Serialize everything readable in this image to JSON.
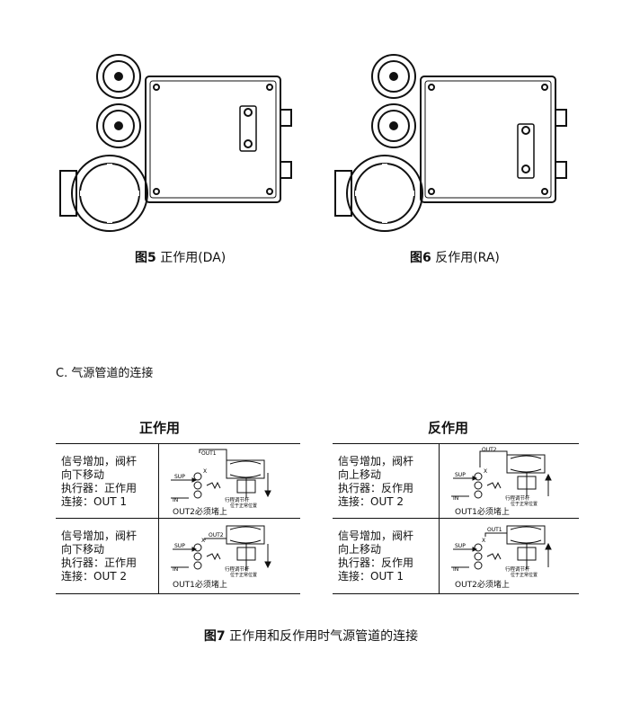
{
  "figures": [
    {
      "num": "图5",
      "caption": "正作用(DA)"
    },
    {
      "num": "图6",
      "caption": "反作用(RA)"
    }
  ],
  "section_heading": "C. 气源管道的连接",
  "tables": [
    {
      "title": "正作用",
      "rows": [
        {
          "text": "信号增加，阀杆\n向下移动\n执行器：正作用\n连接：OUT 1",
          "out_label": "OUT1",
          "plug_note": "OUT2必须堵上",
          "arrow": "down"
        },
        {
          "text": "信号增加，阀杆\n向下移动\n执行器：正作用\n连接：OUT 2",
          "out_label": "OUT2",
          "plug_note": "OUT1必须堵上",
          "arrow": "down"
        }
      ]
    },
    {
      "title": "反作用",
      "rows": [
        {
          "text": "信号增加，阀杆\n向上移动\n执行器：反作用\n连接：OUT 2",
          "out_label": "OUT2",
          "plug_note": "OUT1必须堵上",
          "arrow": "up"
        },
        {
          "text": "信号增加，阀杆\n向上移动\n执行器：反作用\n连接：OUT 1",
          "out_label": "OUT1",
          "plug_note": "OUT2必须堵上",
          "arrow": "up"
        }
      ]
    }
  ],
  "diagram_labels": {
    "sup": "SUP",
    "x": "X",
    "in": "IN",
    "lever": "行程调节杆",
    "lever_pos": "位于正常位置"
  },
  "bottom_caption": {
    "num": "图7",
    "text": "正作用和反作用时气源管道的连接"
  }
}
